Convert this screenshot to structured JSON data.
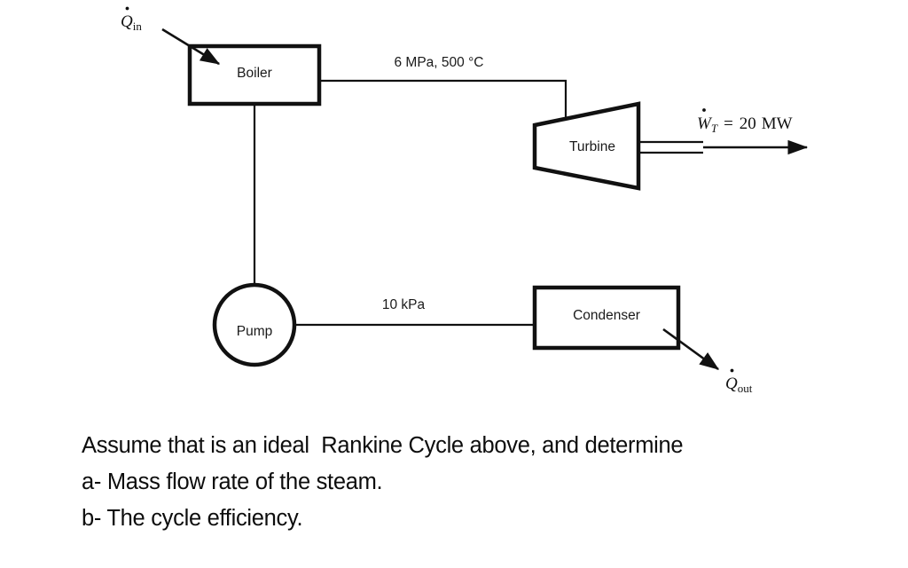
{
  "diagram": {
    "title": "Ideal Rankine Cycle schematic",
    "components": [
      {
        "id": "boiler",
        "label": "Boiler",
        "shape": "rectangle"
      },
      {
        "id": "turbine",
        "label": "Turbine",
        "shape": "trapezoid"
      },
      {
        "id": "condenser",
        "label": "Condenser",
        "shape": "rectangle"
      },
      {
        "id": "pump",
        "label": "Pump",
        "shape": "circle"
      }
    ],
    "stream_labels": {
      "boiler_to_turbine": "6 MPa, 500 °C",
      "pump_to_condenser": "10 kPa"
    },
    "energy_labels": {
      "heat_in": {
        "symbol": "Q",
        "dot": true,
        "subscript": "in"
      },
      "heat_out": {
        "symbol": "Q",
        "dot": true,
        "subscript": "out"
      },
      "work_turbine": {
        "symbol": "W",
        "dot": true,
        "subscript": "T",
        "equals": "=",
        "value": "20",
        "unit": "MW"
      }
    },
    "line_color": "#111111",
    "text_color": "#1a1a1a"
  },
  "questions": {
    "prompt": "Assume that is an ideal  Rankine Cycle above, and determine",
    "items": [
      "a- Mass flow rate of the steam.",
      "b- The cycle efficiency."
    ]
  }
}
